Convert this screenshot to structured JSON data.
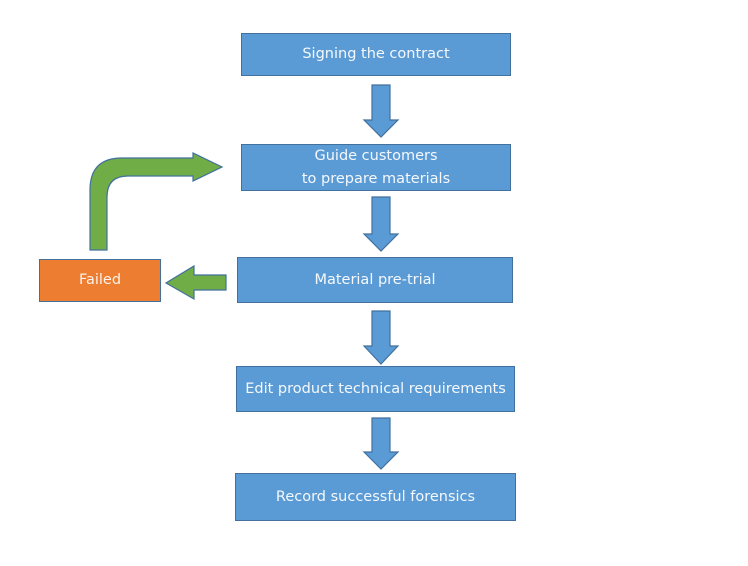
{
  "flowchart": {
    "steps": [
      {
        "label": "Signing the contract"
      },
      {
        "label_line1": "Guide customers",
        "label_line2": "to prepare materials"
      },
      {
        "label": "Material pre-trial"
      },
      {
        "label": "Edit product technical requirements"
      },
      {
        "label": "Record successful forensics"
      }
    ],
    "failed": {
      "label": "Failed"
    },
    "colors": {
      "step_fill": "#5b9bd5",
      "step_border": "#41719c",
      "failed_fill": "#ed7d31",
      "loop_arrow_fill": "#70ad47"
    }
  }
}
